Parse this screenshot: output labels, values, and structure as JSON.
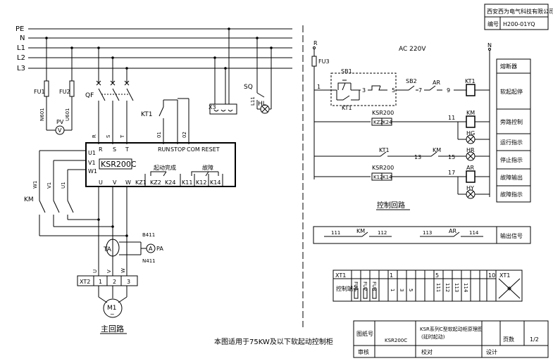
{
  "title_block": {
    "company": "西安西为电气科技有限公司",
    "number_label": "编号",
    "number_value": "H200-01YQ",
    "drawing_no_label": "图纸号",
    "drawing_no_value": "KSR200C",
    "drawing_name": "KSR系列C型软起动柜原理图",
    "drawing_subname": "(延时起动)",
    "pages_label": "页数",
    "pages_value": "1/2",
    "audit_label": "审核",
    "check_label": "校对",
    "design_label": "设计"
  },
  "notes": {
    "applicability": "本图适用于75KW及以下软起动控制柜",
    "main_circuit": "主回路",
    "control_circuit": "控制回路"
  },
  "main_circuit": {
    "buses": [
      "PE",
      "N",
      "L1",
      "L2",
      "L3"
    ],
    "fuses": [
      "FU1",
      "FU2"
    ],
    "fuse_wires": [
      "N601",
      "U601"
    ],
    "pv": "PV",
    "pv_symbol": "V",
    "qf": "QF",
    "kt1": "KT1",
    "x3": "X3",
    "sq": "SQ",
    "l11": "L11",
    "hl": "HL",
    "r": "R",
    "s": "S",
    "t": "T",
    "w01": "01",
    "w02": "02",
    "km": "KM",
    "contacts": [
      "U1",
      "V1",
      "W1"
    ],
    "device": "KSR200C",
    "top_terms": [
      "R",
      "S",
      "T",
      "RUN",
      "STOP",
      "COM",
      "RESET"
    ],
    "bottom_terms": [
      "U",
      "V",
      "W",
      "KZ1",
      "KZ2",
      "K24",
      "K11",
      "K12",
      "K14"
    ],
    "start_complete": "起动完成",
    "fault": "故障",
    "wire_tags": [
      "W1",
      "V1",
      "U1"
    ],
    "ta": "TA",
    "pa": "PA",
    "pa_symbol": "A",
    "b411": "B411",
    "n411": "N411",
    "out_wires": [
      "U",
      "V",
      "W"
    ],
    "xt2": [
      "XT2",
      "1",
      "2",
      "3"
    ],
    "motor": "M1",
    "motor_sub": "~"
  },
  "control": {
    "r": "R",
    "fu3": "FU3",
    "ac": "AC 220V",
    "n": "N",
    "sb1": "SB1",
    "kt1": "KT1",
    "sb2": "SB2",
    "ar": "AR",
    "ksr200": "KSR200",
    "kz_pair1": [
      "KZ2",
      "K24"
    ],
    "kz_pair2": [
      "K12",
      "K14"
    ],
    "km": "KM",
    "hg": "HG",
    "hr": "HR",
    "hy": "HY",
    "nodes": [
      "1",
      "3",
      "5",
      "7",
      "9",
      "11",
      "13",
      "15",
      "17"
    ],
    "functions": [
      "熔断器",
      "软起起停",
      "旁路控制",
      "运行指示",
      "停止指示",
      "故障输出",
      "故障指示"
    ],
    "output_signal": "输出信号",
    "output_nodes": [
      "111",
      "112",
      "113",
      "114"
    ],
    "output_km": "KM",
    "output_ar": "AR"
  },
  "terminal": {
    "xt1": "XT1",
    "label": "控制端子",
    "fu": [
      "FU1",
      "FU2",
      "FU3"
    ],
    "cols": [
      "1",
      "5",
      "10",
      "XT1"
    ],
    "codes": [
      "1",
      "3",
      "5",
      "111",
      "112",
      "113",
      "114"
    ]
  }
}
